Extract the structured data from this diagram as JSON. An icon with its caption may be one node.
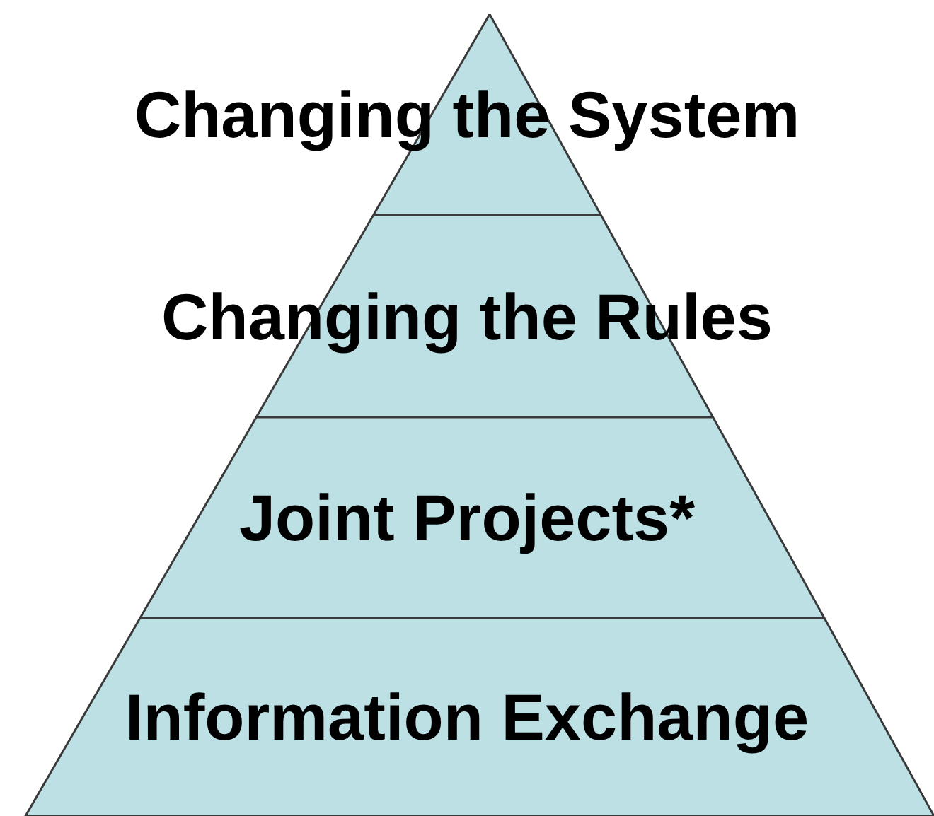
{
  "diagram": {
    "nodes": [
      {
        "text": [
          "Changing the System"
        ]
      },
      {
        "text": [
          "Changing the Rules"
        ]
      },
      {
        "text": [
          "Joint Projects*"
        ]
      },
      {
        "text": [
          "Information Exchange"
        ]
      }
    ]
  }
}
